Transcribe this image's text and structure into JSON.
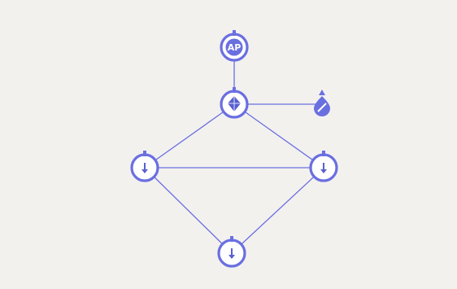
{
  "colors": {
    "background": "#f3f1ee",
    "accent": "#6a6fe0",
    "accent_dark": "#5a5fcf",
    "node_fill": "#ffffff"
  },
  "topology": {
    "access_point": {
      "label": "AP",
      "icon": "access-point-icon"
    },
    "root_node": {
      "icon": "router-hub-icon"
    },
    "external_device": {
      "icon": "sensor-drop-icon"
    },
    "nodes": [
      {
        "id": "node-left",
        "icon": "down-arrow-icon"
      },
      {
        "id": "node-right",
        "icon": "down-arrow-icon"
      },
      {
        "id": "node-bottom",
        "icon": "down-arrow-icon"
      }
    ],
    "links": [
      {
        "from": "access-point",
        "to": "root-node"
      },
      {
        "from": "root-node",
        "to": "external-device"
      },
      {
        "from": "root-node",
        "to": "node-left"
      },
      {
        "from": "root-node",
        "to": "node-right"
      },
      {
        "from": "node-left",
        "to": "node-right"
      },
      {
        "from": "node-left",
        "to": "node-bottom"
      },
      {
        "from": "node-right",
        "to": "node-bottom"
      }
    ]
  }
}
